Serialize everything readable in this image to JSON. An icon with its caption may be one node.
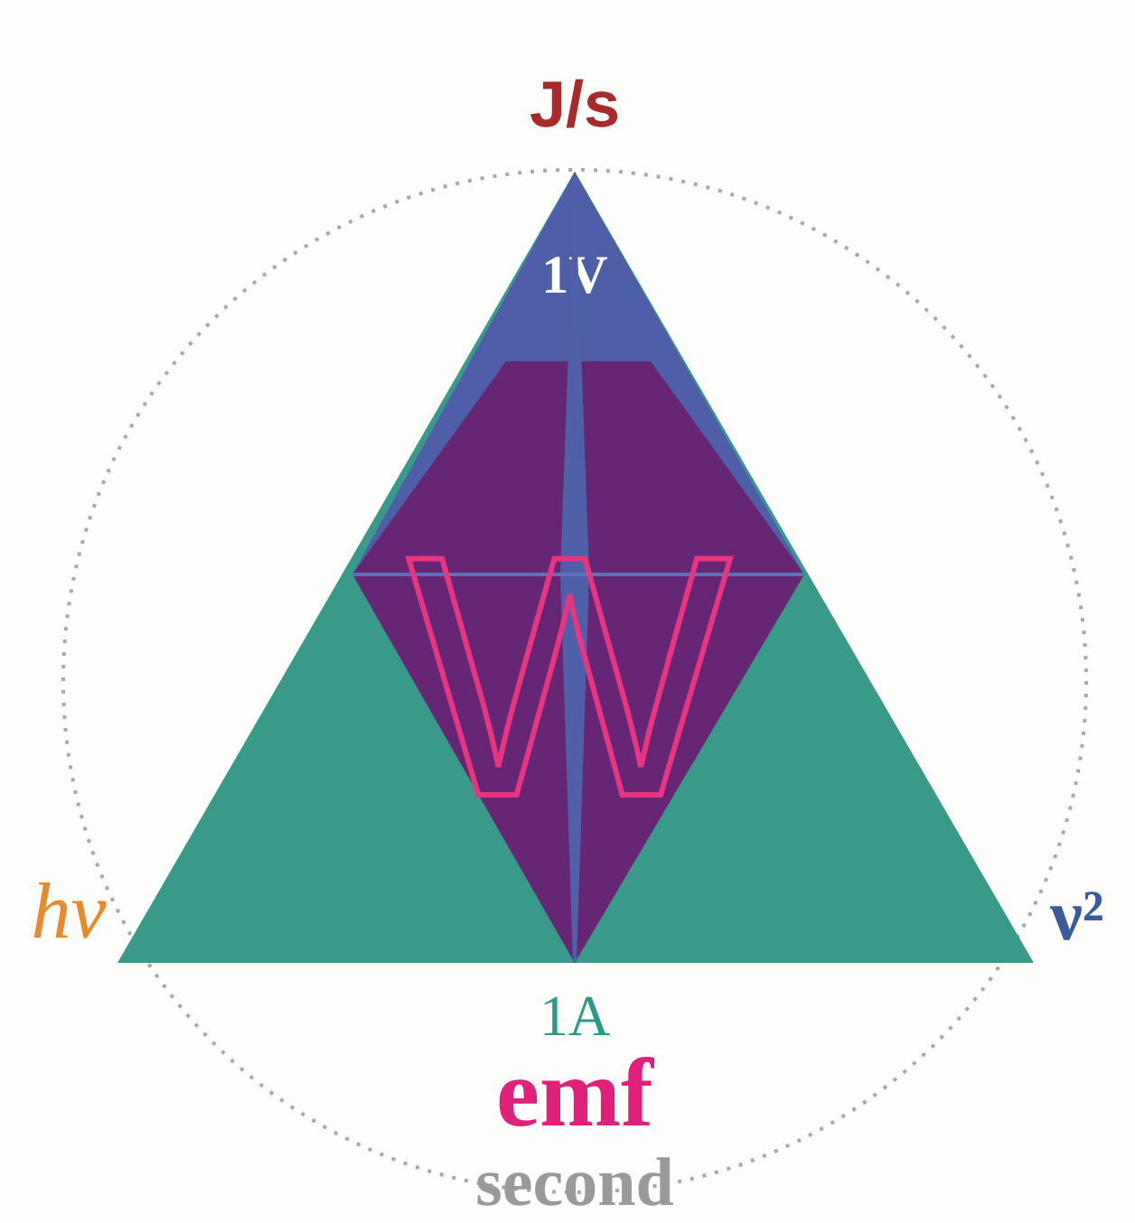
{
  "diagram": {
    "nodes": [
      {
        "text": [
          "1V"
        ]
      },
      {
        "text": [
          "W"
        ]
      }
    ],
    "labels": [
      "J/s",
      "hν",
      "ν²",
      "1A",
      "emf",
      "second"
    ]
  }
}
